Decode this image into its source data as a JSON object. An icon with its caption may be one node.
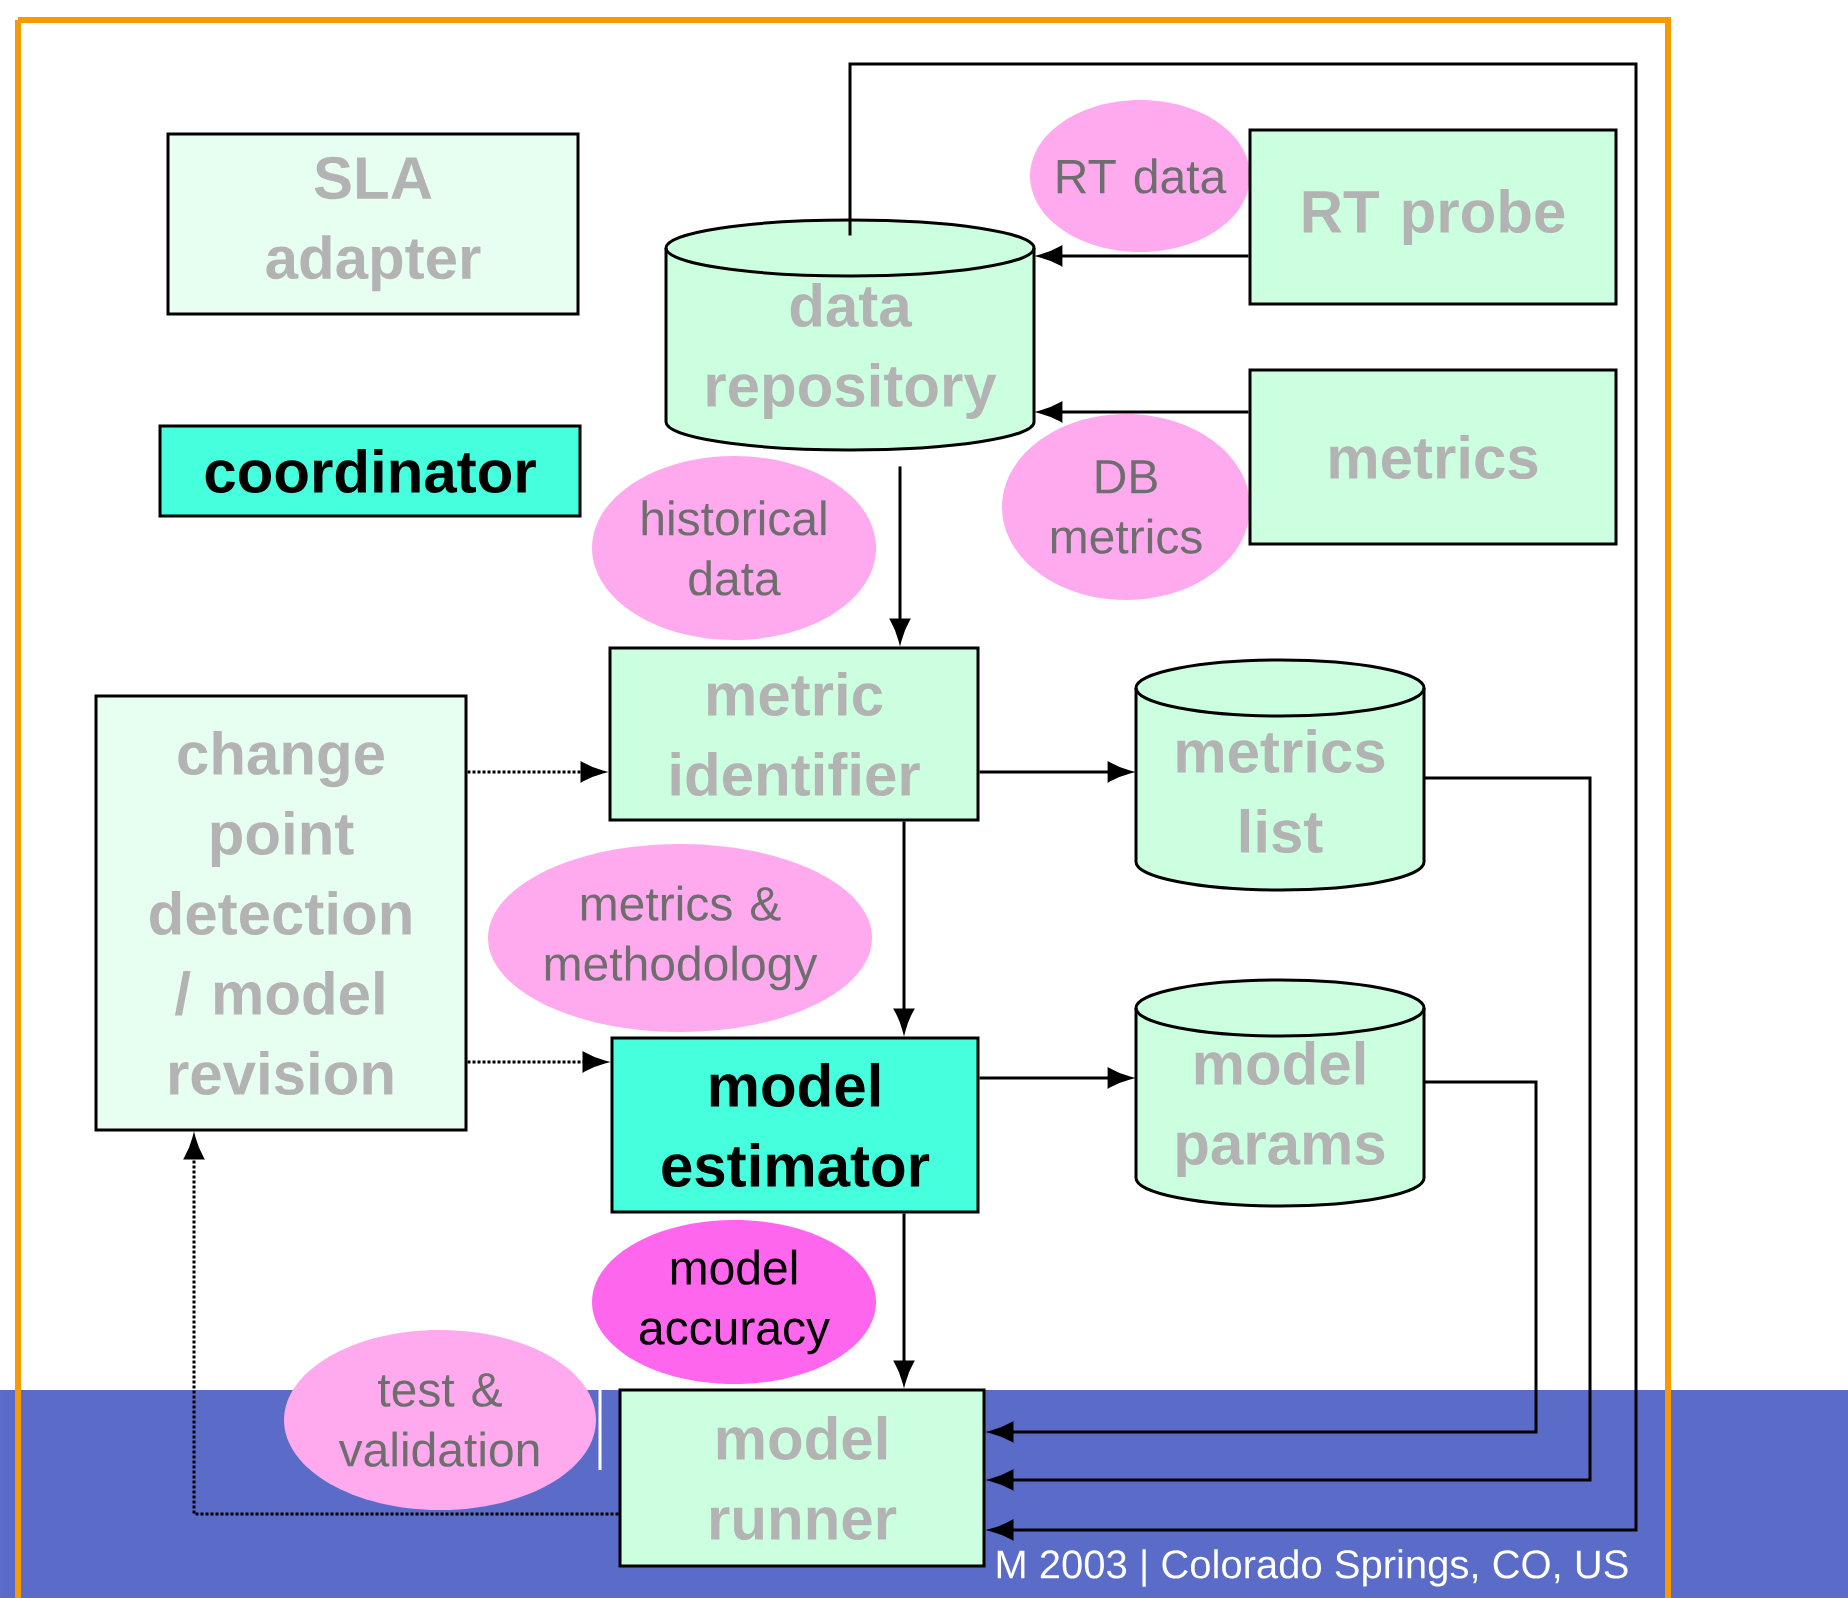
{
  "diagram": {
    "nodes": [
      {
        "text": [
          "SLA adapter"
        ]
      },
      {
        "text": [
          "coordinator"
        ]
      },
      {
        "text": [
          "data repository"
        ]
      },
      {
        "text": [
          "RT data"
        ]
      },
      {
        "text": [
          "RT probe"
        ]
      },
      {
        "text": [
          "DB metrics"
        ]
      },
      {
        "text": [
          "metrics"
        ]
      },
      {
        "text": [
          "historical data"
        ]
      },
      {
        "text": [
          "metric identifier"
        ]
      },
      {
        "text": [
          "metrics list"
        ]
      },
      {
        "text": [
          "change point detection / model revision"
        ]
      },
      {
        "text": [
          "metrics & methodology"
        ]
      },
      {
        "text": [
          "model estimator"
        ]
      },
      {
        "text": [
          "model params"
        ]
      },
      {
        "text": [
          "model accuracy"
        ]
      },
      {
        "text": [
          "test & validation"
        ]
      },
      {
        "text": [
          "model runner"
        ]
      }
    ],
    "edges": [
      {
        "from": 4,
        "to": 2,
        "arrow": "to"
      },
      {
        "from": 6,
        "to": 2,
        "arrow": "to"
      },
      {
        "from": 2,
        "to": 8,
        "arrow": "to"
      },
      {
        "from": 8,
        "to": 9,
        "arrow": "to"
      },
      {
        "from": 8,
        "to": 12,
        "arrow": "to"
      },
      {
        "from": 10,
        "to": 8,
        "arrow": "to",
        "style": "dashed"
      },
      {
        "from": 10,
        "to": 12,
        "arrow": "to",
        "style": "dashed"
      },
      {
        "from": 12,
        "to": 13,
        "arrow": "to"
      },
      {
        "from": 12,
        "to": 16,
        "arrow": "to"
      },
      {
        "from": 13,
        "to": 16,
        "arrow": "to"
      },
      {
        "from": 9,
        "to": 16,
        "arrow": "to"
      },
      {
        "from": 2,
        "to": 16,
        "arrow": "to"
      },
      {
        "from": 16,
        "to": 10,
        "arrow": "to",
        "style": "dashed"
      }
    ],
    "labels": [
      "M 2003 | Colorado Springs, CO, US"
    ]
  }
}
